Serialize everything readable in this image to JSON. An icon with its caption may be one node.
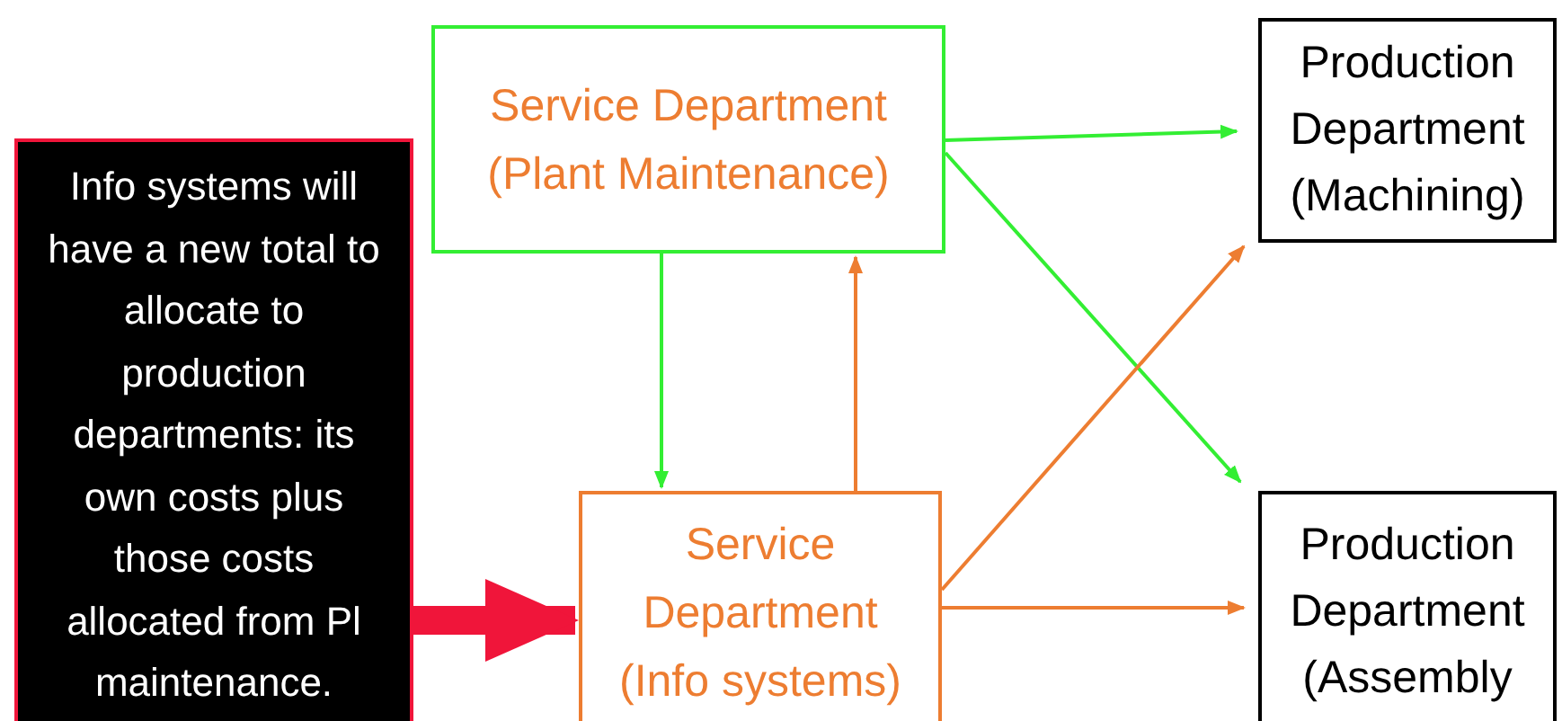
{
  "diagram": {
    "nodes": [
      {
        "text": [
          "Service Department (Plant Maintenance)"
        ]
      },
      {
        "text": [
          "Production Department (Machining)"
        ]
      },
      {
        "text": [
          "Info systems will have a new total to allocate to production departments: its own costs plus those costs allocated from Pl maintenance."
        ]
      },
      {
        "text": [
          "Service Department (Info systems)"
        ]
      },
      {
        "text": [
          "Production Department (Assembly"
        ]
      }
    ],
    "edges": [
      {
        "from": 0,
        "to": 1,
        "arrow": "to",
        "color": "#33ee33"
      },
      {
        "from": 0,
        "to": 4,
        "arrow": "to",
        "color": "#33ee33"
      },
      {
        "from": 0,
        "to": 3,
        "arrow": "to",
        "color": "#33ee33"
      },
      {
        "from": 3,
        "to": 0,
        "arrow": "to",
        "color": "#ed7d31"
      },
      {
        "from": 3,
        "to": 1,
        "arrow": "to",
        "color": "#ed7d31"
      },
      {
        "from": 3,
        "to": 4,
        "arrow": "to",
        "color": "#ed7d31"
      },
      {
        "from": 2,
        "to": 3,
        "arrow": "to",
        "style": "thick",
        "color": "#f0153a"
      }
    ]
  }
}
